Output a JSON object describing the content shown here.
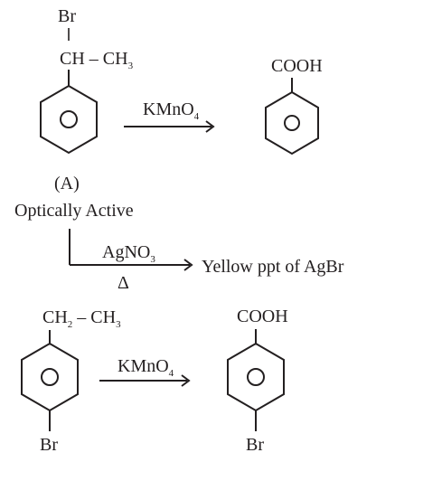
{
  "reaction_1": {
    "reactant": {
      "substituent_top": "Br",
      "side_chain": "CH – CH",
      "side_chain_sub": "3",
      "label": "(A)"
    },
    "reagent": {
      "text": "KMnO",
      "sub": "4"
    },
    "product": {
      "group": "COOH"
    }
  },
  "observation": {
    "text": "Optically Active"
  },
  "reaction_2": {
    "reagent": {
      "text": "AgNO",
      "sub": "3"
    },
    "condition": "Δ",
    "product": "Yellow ppt of AgBr"
  },
  "reaction_3": {
    "reactant": {
      "chain_part1": "CH",
      "chain_sub1": "2",
      "chain_part2": " – CH",
      "chain_sub2": "3",
      "substituent_bottom": "Br"
    },
    "reagent": {
      "text": "KMnO",
      "sub": "4"
    },
    "product": {
      "group": "COOH",
      "substituent_bottom": "Br"
    }
  },
  "colors": {
    "ink": "#231f20",
    "background": "#ffffff"
  }
}
